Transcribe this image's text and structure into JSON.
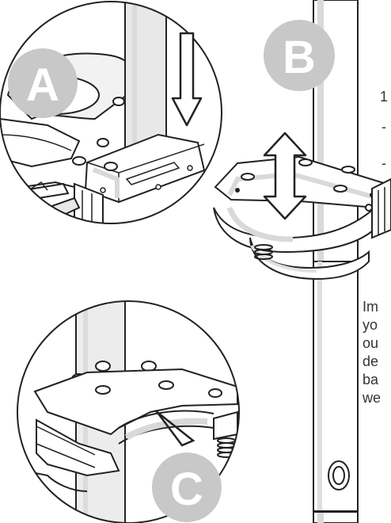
{
  "labels": {
    "a": "A",
    "b": "B",
    "c": "C"
  },
  "side_text": {
    "line1": "Im",
    "line2": "yo",
    "line3": "ou",
    "line4": "de",
    "line5": "ba",
    "line6": "we"
  },
  "cut_marks": {
    "m1": "1",
    "m2": "-",
    "m3": "-"
  },
  "colors": {
    "line": "#222222",
    "label_circle": "#c8c8c8",
    "shade": "#d9d9d9",
    "pole": "#ececec"
  },
  "icons": {
    "arrow_down": "arrow-down-icon",
    "arrow_updown": "double-arrow-icon"
  }
}
